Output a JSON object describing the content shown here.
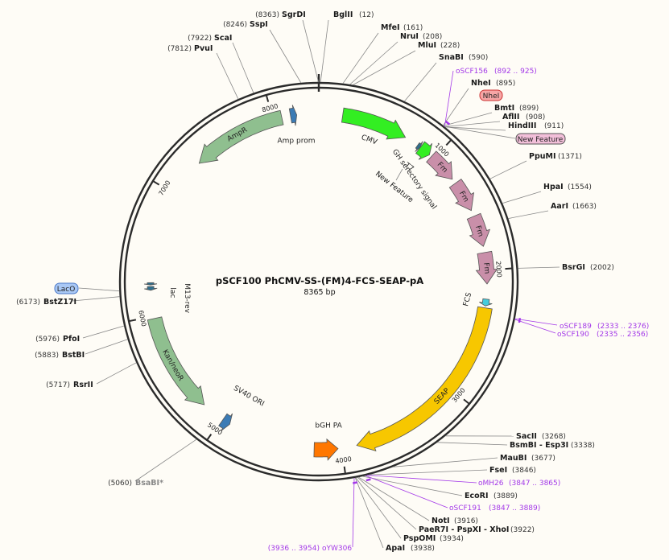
{
  "plasmid": {
    "name": "pSCF100 PhCMV-SS-(FM)4-FCS-SEAP-pA",
    "size_label": "8365 bp",
    "length": 8365
  },
  "colors": {
    "background": "#fefcf6",
    "backbone": "#2b2b2b",
    "primer": "#a338e8",
    "cmv": "#33ee22",
    "fm": "#c98fa9",
    "seap": "#f7c700",
    "marker": "#8fbf8f",
    "ori": "#3b7bb5",
    "polya": "#ff7700",
    "promoter": "#3b7bb5",
    "fcs": "#44ccdd"
  },
  "ticks": [
    {
      "pos": 1000,
      "label": "1000"
    },
    {
      "pos": 2000,
      "label": "2000"
    },
    {
      "pos": 3000,
      "label": "3000"
    },
    {
      "pos": 4000,
      "label": "4000"
    },
    {
      "pos": 5000,
      "label": "5000"
    },
    {
      "pos": 6000,
      "label": "6000"
    },
    {
      "pos": 7000,
      "label": "7000"
    },
    {
      "pos": 8000,
      "label": "8000"
    }
  ],
  "features": [
    {
      "name": "AmpR",
      "start": 7312,
      "end": 8070,
      "kind": "marker",
      "dir": -1,
      "ring": 0
    },
    {
      "name": "Amp prom",
      "start": 8140,
      "end": 8190,
      "kind": "promoter",
      "dir": 1,
      "ring": 0
    },
    {
      "name": "CMV",
      "start": 190,
      "end": 720,
      "kind": "cmv",
      "dir": 1,
      "ring": 0
    },
    {
      "name": "T7",
      "start": 835,
      "end": 860,
      "kind": "small",
      "dir": 1,
      "ring": 0
    },
    {
      "name": "GH serectory signal",
      "start": 862,
      "end": 955,
      "kind": "cmv",
      "dir": 1,
      "ring": 0
    },
    {
      "name": "Fm",
      "start": 975,
      "end": 1220,
      "kind": "fm",
      "dir": 1,
      "ring": 1
    },
    {
      "name": "Fm",
      "start": 1260,
      "end": 1510,
      "kind": "fm",
      "dir": 1,
      "ring": 1
    },
    {
      "name": "Fm",
      "start": 1560,
      "end": 1810,
      "kind": "fm",
      "dir": 1,
      "ring": 1
    },
    {
      "name": "Fm",
      "start": 1860,
      "end": 2110,
      "kind": "fm",
      "dir": 1,
      "ring": 1
    },
    {
      "name": "FCS",
      "start": 2230,
      "end": 2285,
      "kind": "fcs",
      "dir": 1,
      "ring": 1
    },
    {
      "name": "SEAP",
      "start": 2300,
      "end": 3880,
      "kind": "seap",
      "dir": 1,
      "ring": 1
    },
    {
      "name": "bGH PA",
      "start": 4030,
      "end": 4220,
      "kind": "polya",
      "dir": -1,
      "ring": 0
    },
    {
      "name": "SV40 ORI",
      "start": 4925,
      "end": 4990,
      "kind": "ori",
      "dir": -1,
      "ring": 0
    },
    {
      "name": "Kan/neoR",
      "start": 5180,
      "end": 5980,
      "kind": "marker",
      "dir": -1,
      "ring": 0
    },
    {
      "name": "M13-rev",
      "start": 6247,
      "end": 6265,
      "kind": "small",
      "dir": -1,
      "ring": 0
    },
    {
      "name": "lac",
      "start": 6205,
      "end": 6235,
      "kind": "small",
      "dir": -1,
      "ring": 0
    }
  ],
  "sites": [
    {
      "name": "SgrDI",
      "pos": "(8363)"
    },
    {
      "name": "BglII",
      "pos": "(12)"
    },
    {
      "name": "SspI",
      "pos": "(8246)"
    },
    {
      "name": "MfeI",
      "pos": "(161)"
    },
    {
      "name": "NruI",
      "pos": "(208)"
    },
    {
      "name": "MluI",
      "pos": "(228)"
    },
    {
      "name": "ScaI",
      "pos": "(7922)"
    },
    {
      "name": "PvuI",
      "pos": "(7812)"
    },
    {
      "name": "SnaBI",
      "pos": "(590)"
    },
    {
      "name": "NheI",
      "pos": "(895)"
    },
    {
      "name": "BmtI",
      "pos": "(899)"
    },
    {
      "name": "AflII",
      "pos": "(908)"
    },
    {
      "name": "HindIII",
      "pos": "(911)"
    },
    {
      "name": "PpuMI",
      "pos": "(1371)"
    },
    {
      "name": "HpaI",
      "pos": "(1554)"
    },
    {
      "name": "AarI",
      "pos": "(1663)"
    },
    {
      "name": "BsrGI",
      "pos": "(2002)"
    },
    {
      "name": "SacII",
      "pos": "(3268)"
    },
    {
      "name": "BsmBI - Esp3I",
      "pos": "(3338)"
    },
    {
      "name": "MauBI",
      "pos": "(3677)"
    },
    {
      "name": "FseI",
      "pos": "(3846)"
    },
    {
      "name": "EcoRI",
      "pos": "(3889)"
    },
    {
      "name": "NotI",
      "pos": "(3916)"
    },
    {
      "name": "PaeR7I - PspXI - XhoI",
      "pos": "(3922)"
    },
    {
      "name": "PspOMI",
      "pos": "(3934)"
    },
    {
      "name": "ApaI",
      "pos": "(3938)"
    },
    {
      "name": "BsaBI*",
      "pos": "(5060)"
    },
    {
      "name": "RsrII",
      "pos": "(5717)"
    },
    {
      "name": "BstBI",
      "pos": "(5883)"
    },
    {
      "name": "PfoI",
      "pos": "(5976)"
    },
    {
      "name": "BstZ17I",
      "pos": "(6173)"
    }
  ],
  "primers": [
    {
      "name": "oSCF156",
      "range": "(892 .. 925)"
    },
    {
      "name": "oSCF189",
      "range": "(2333 .. 2376)"
    },
    {
      "name": "oSCF190",
      "range": "(2335 .. 2356)"
    },
    {
      "name": "oMH26",
      "range": "(3847 .. 3865)"
    },
    {
      "name": "oSCF191",
      "range": "(3847 .. 3889)"
    },
    {
      "name": "oYW306",
      "range": "(3936 .. 3954)"
    }
  ],
  "badges": [
    {
      "label": "NheI",
      "fill": "#f7a6a6",
      "stroke": "#cc3333"
    },
    {
      "label": "New Feature",
      "fill": "#f2bfd9",
      "stroke": "#555555"
    },
    {
      "label": "LacO",
      "fill": "#a9c8f5",
      "stroke": "#4a78c8"
    }
  ],
  "callouts": {
    "new_feature": "New Feature"
  }
}
